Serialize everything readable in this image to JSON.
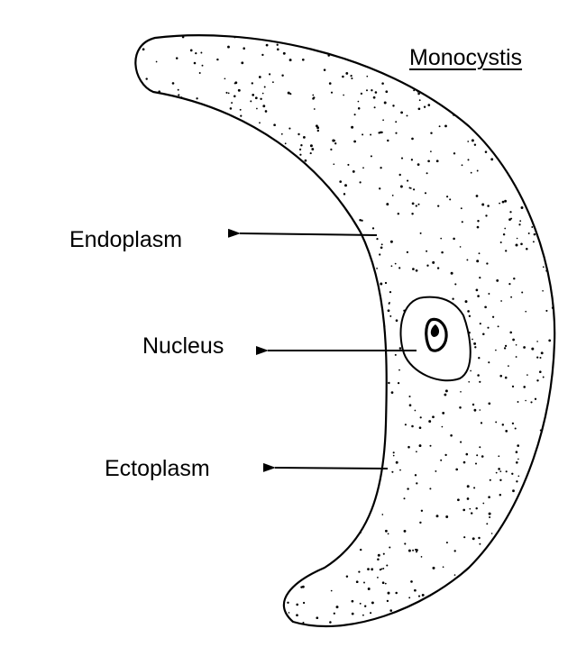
{
  "title": "Monocystis",
  "labels": {
    "endoplasm": "Endoplasm",
    "nucleus": "Nucleus",
    "ectoplasm": "Ectoplasm"
  },
  "colors": {
    "ink": "#000000",
    "background": "#ffffff"
  }
}
